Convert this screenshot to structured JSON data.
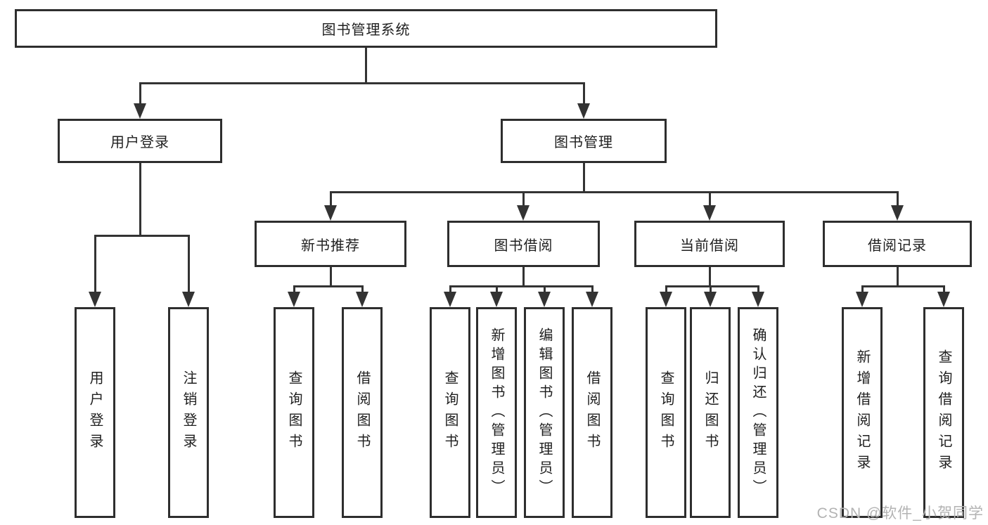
{
  "diagram_title": "图书管理系统",
  "tree": {
    "label": "图书管理系统",
    "children": [
      {
        "label": "用户登录",
        "children": [
          {
            "label": "用户登录"
          },
          {
            "label": "注销登录"
          }
        ]
      },
      {
        "label": "图书管理",
        "children": [
          {
            "label": "新书推荐",
            "children": [
              {
                "label": "查询图书"
              },
              {
                "label": "借阅图书"
              }
            ]
          },
          {
            "label": "图书借阅",
            "children": [
              {
                "label": "查询图书"
              },
              {
                "label": "新增图书（管理员）"
              },
              {
                "label": "编辑图书（管理员）"
              },
              {
                "label": "借阅图书"
              }
            ]
          },
          {
            "label": "当前借阅",
            "children": [
              {
                "label": "查询图书"
              },
              {
                "label": "归还图书"
              },
              {
                "label": "确认归还（管理员）"
              }
            ]
          },
          {
            "label": "借阅记录",
            "children": [
              {
                "label": "新增借阅记录"
              },
              {
                "label": "查询借阅记录"
              }
            ]
          }
        ]
      }
    ]
  },
  "watermark": {
    "text": "CSDN @软件_小贺同学"
  },
  "colors": {
    "line": "#333333",
    "box_border": "#2e2e2e",
    "text": "#1f1f1f",
    "watermark": "#b3b3b3",
    "background": "#ffffff"
  }
}
